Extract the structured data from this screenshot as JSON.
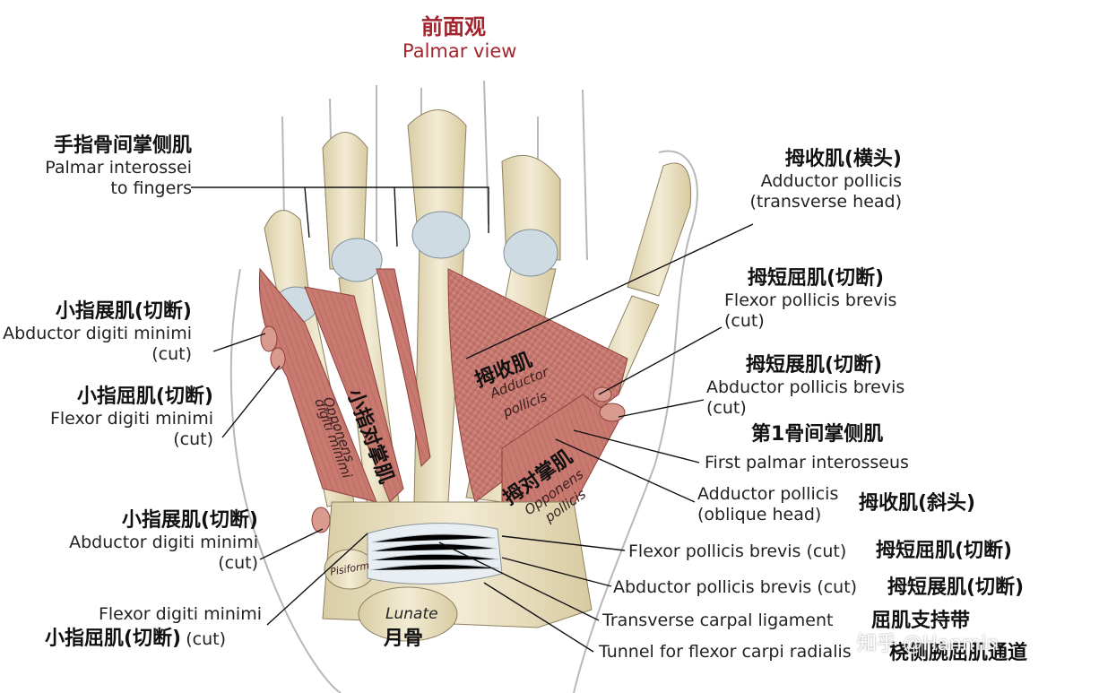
{
  "title": {
    "zh": "前面观",
    "en": "Palmar view"
  },
  "labels": {
    "palmar_interossei": {
      "zh": "手指骨间掌侧肌",
      "en1": "Palmar interossei",
      "en2": "to fingers"
    },
    "abd_poll_transverse": {
      "zh": "拇收肌(横头)",
      "en1": "Adductor pollicis",
      "en2": "(transverse head)"
    },
    "abd_dig_min_top": {
      "zh": "小指展肌(切断)",
      "en1": "Abductor digiti minimi",
      "en2": "(cut)"
    },
    "flex_poll_brev_top": {
      "zh": "拇短屈肌(切断)",
      "en1": "Flexor pollicis brevis",
      "en2": "(cut)"
    },
    "abd_poll_brev_top": {
      "zh": "拇短展肌(切断)",
      "en1": "Abductor pollicis brevis",
      "en2": "(cut)"
    },
    "flex_dig_min_top": {
      "zh": "小指屈肌(切断)",
      "en1": "Flexor digiti minimi",
      "en2": "(cut)"
    },
    "first_palmar_int": {
      "zh": "第1骨间掌侧肌",
      "en": "First palmar interosseus"
    },
    "abd_poll_oblique": {
      "zh": "拇收肌(斜头)",
      "en1": "Adductor pollicis",
      "en2": "(oblique head)"
    },
    "abd_dig_min_bottom": {
      "zh": "小指展肌(切断)",
      "en1": "Abductor digiti minimi",
      "en2": "(cut)"
    },
    "flex_poll_brev_bottom": {
      "zh": "拇短屈肌(切断)",
      "en": "Flexor pollicis brevis (cut)"
    },
    "abd_poll_brev_bottom": {
      "zh": "拇短展肌(切断)",
      "en": "Abductor pollicis brevis (cut)"
    },
    "transverse_carpal": {
      "zh": "屈肌支持带",
      "en": "Transverse carpal ligament"
    },
    "tunnel_fcr": {
      "zh": "桡侧腕屈肌通道",
      "en": "Tunnel for flexor carpi radialis"
    },
    "flex_dig_min_bottom": {
      "zh": "小指屈肌(切断)",
      "en1": "Flexor digiti minimi",
      "en2": "(cut)"
    },
    "lunate": {
      "zh": "月骨",
      "en": "Lunate"
    }
  },
  "on_muscle": {
    "adductor_zh": "拇收肌",
    "adductor_en1": "Adductor",
    "adductor_en2": "pollicis",
    "opp_dig_zh": "小指对掌肌",
    "opp_dig_en1": "Opponens",
    "opp_dig_en2": "digiti minimi",
    "opp_poll_zh": "拇对掌肌",
    "opp_poll_en1": "Opponens",
    "opp_poll_en2": "pollicis",
    "pisiform": "Pisiform"
  },
  "watermark": "知乎 @Hanmin",
  "colors": {
    "title": "#a3262e",
    "bone": "#efe6c9",
    "muscle": "#c9786e",
    "cartilage": "#cdd8e0",
    "ligament": "#e9eef2"
  }
}
